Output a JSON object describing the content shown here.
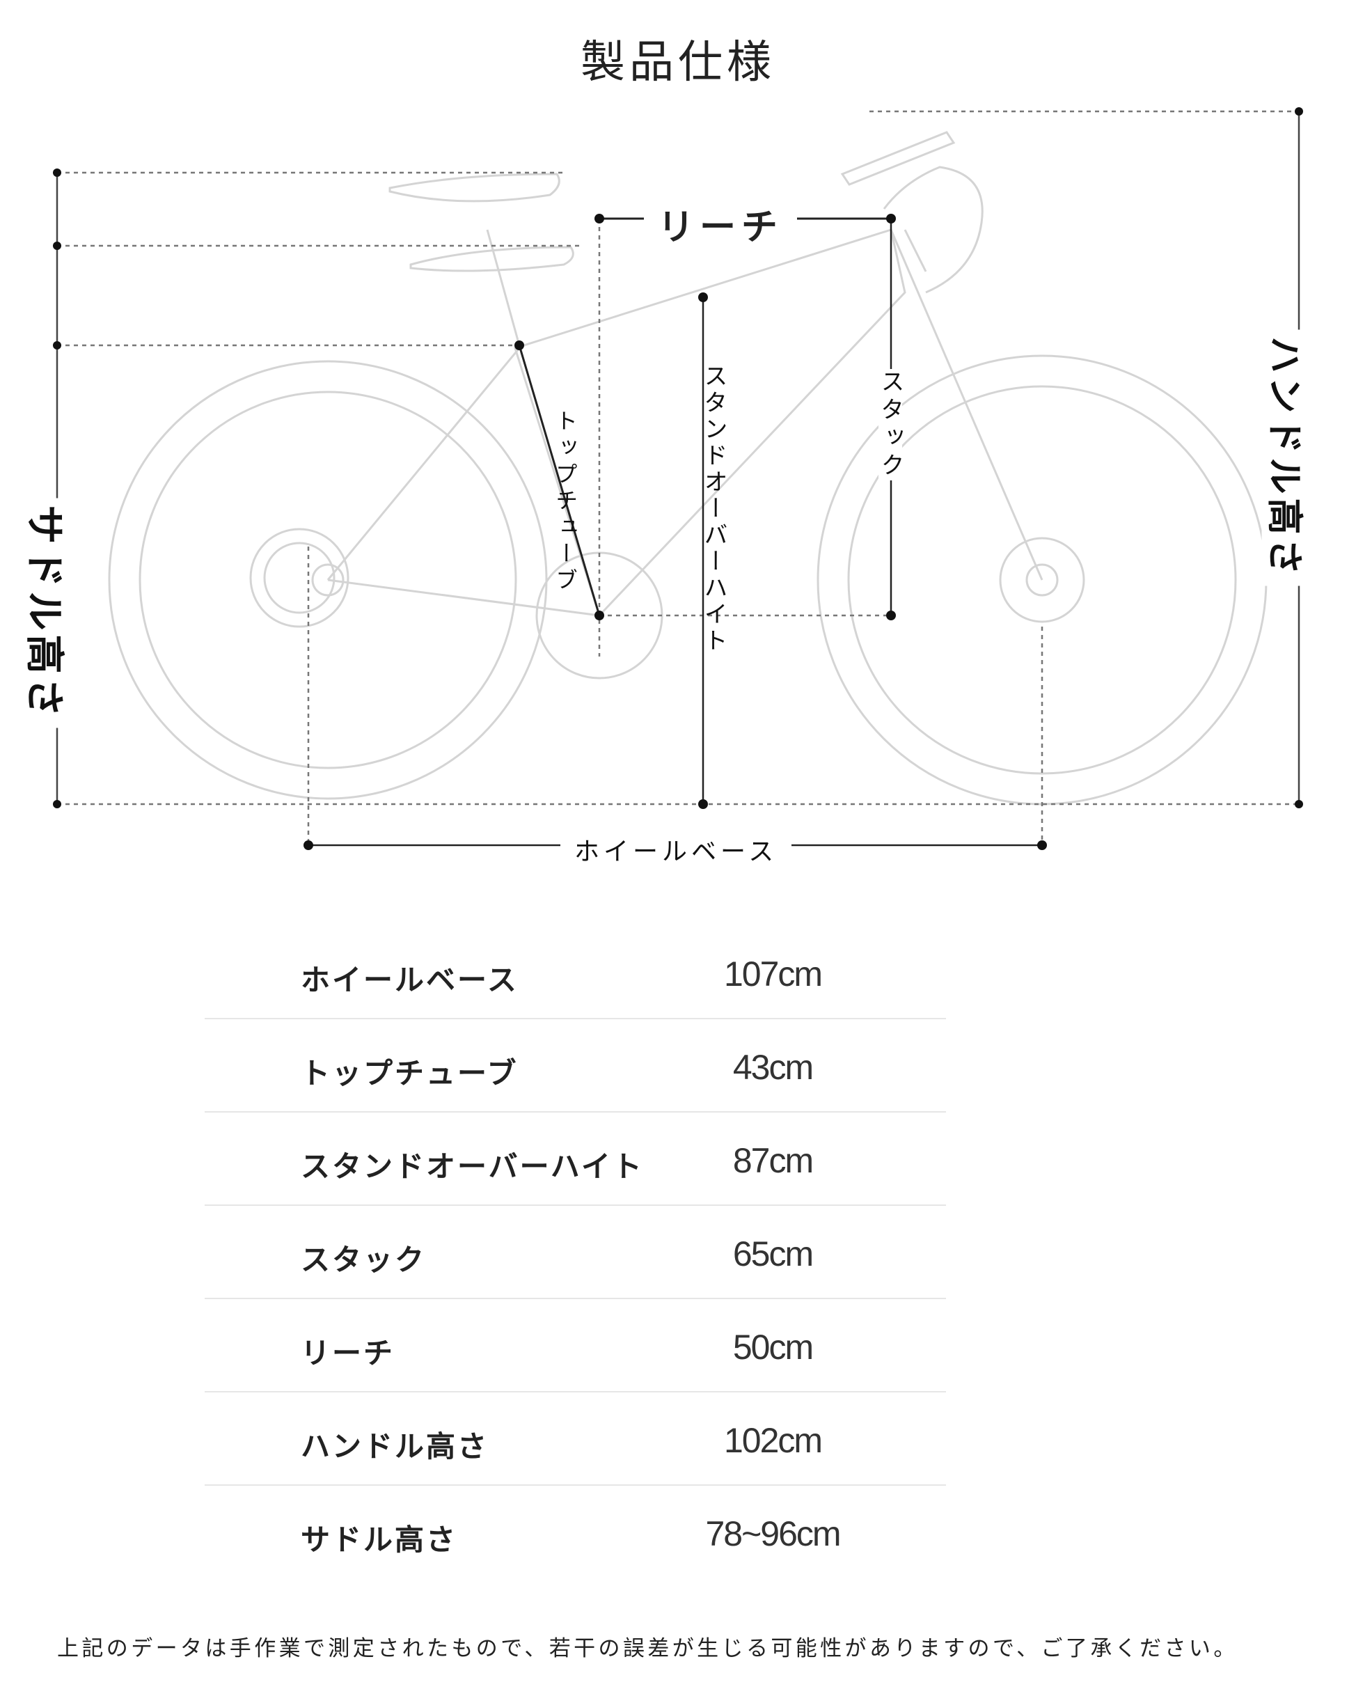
{
  "title": "製品仕様",
  "diagram": {
    "labels": {
      "reach": "リーチ",
      "stack": "スタック",
      "standover": "スタンドオーバーハイト",
      "top_tube": "トップチューブ",
      "wheelbase": "ホイールベース",
      "saddle_height": "サドル高さ",
      "handle_height": "ハンドル高さ"
    }
  },
  "specs": [
    {
      "label": "ホイールベース",
      "value": "107cm"
    },
    {
      "label": "トップチューブ",
      "value": "43cm"
    },
    {
      "label": "スタンドオーバーハイト",
      "value": "87cm"
    },
    {
      "label": "スタック",
      "value": "65cm"
    },
    {
      "label": "リーチ",
      "value": "50cm"
    },
    {
      "label": "ハンドル高さ",
      "value": "102cm"
    },
    {
      "label": "サドル高さ",
      "value": "78~96cm"
    }
  ],
  "footer": "上記のデータは手作業で測定されたもので、若干の誤差が生じる可能性がありますので、ご了承ください。"
}
